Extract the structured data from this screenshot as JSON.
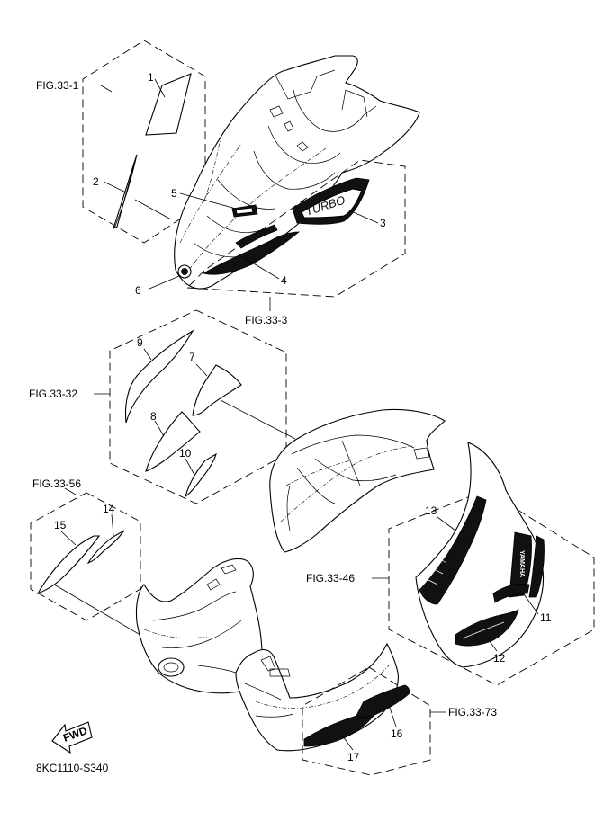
{
  "figure_refs": {
    "fig_33_1": "FIG.33-1",
    "fig_33_3": "FIG.33-3",
    "fig_33_32": "FIG.33-32",
    "fig_33_56": "FIG.33-56",
    "fig_33_46": "FIG.33-46",
    "fig_33_73": "FIG.33-73"
  },
  "part_numbers": {
    "p1": "1",
    "p2": "2",
    "p3": "3",
    "p4": "4",
    "p5": "5",
    "p6": "6",
    "p7": "7",
    "p8": "8",
    "p9": "9",
    "p10": "10",
    "p11": "11",
    "p12": "12",
    "p13": "13",
    "p14": "14",
    "p15": "15",
    "p16": "16",
    "p17": "17"
  },
  "decal_text": {
    "turbo": "TURBO",
    "yamaha": "YAMAHA"
  },
  "fwd_label": "FWD",
  "diagram_code": "8KC1110-S340"
}
